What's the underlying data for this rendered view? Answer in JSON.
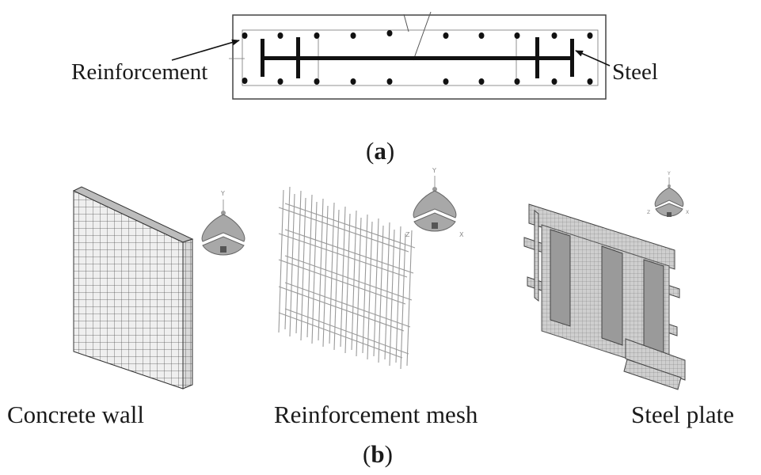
{
  "figure": {
    "part_a": {
      "caption_letter": "a",
      "labels": {
        "left": "Reinforcement",
        "right": "Steel"
      }
    },
    "part_b": {
      "caption_letter": "b",
      "panels": [
        {
          "label": "Concrete wall"
        },
        {
          "label": "Reinforcement mesh"
        },
        {
          "label": "Steel plate"
        }
      ],
      "axis_labels": [
        "Y",
        "Z",
        "X"
      ]
    }
  }
}
